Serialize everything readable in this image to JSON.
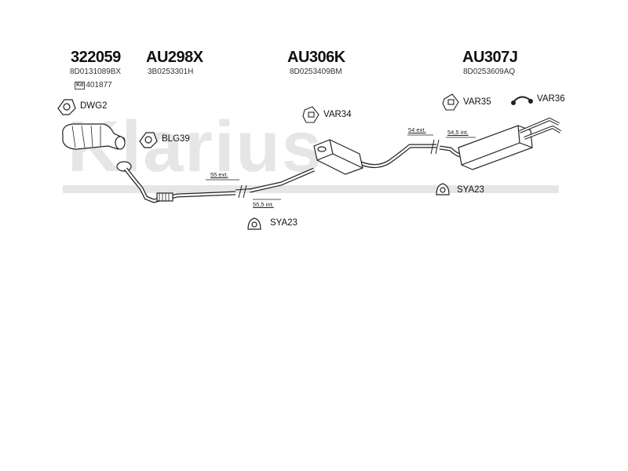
{
  "watermark": "Klarius",
  "sections": [
    {
      "part_number": "322059",
      "oe_number": "8D0131089BX",
      "kit_badge": "Kit",
      "kit_number": "401877"
    },
    {
      "part_number": "AU298X",
      "oe_number": "3B0253301H"
    },
    {
      "part_number": "AU306K",
      "oe_number": "8D0253409BM"
    },
    {
      "part_number": "AU307J",
      "oe_number": "8D0253609AQ"
    }
  ],
  "fittings": {
    "dwg2": "DWG2",
    "blg39": "BLG39",
    "var34": "VAR34",
    "var35": "VAR35",
    "var36": "VAR36",
    "sya23_left": "SYA23",
    "sya23_right": "SYA23"
  },
  "pipe_dimensions": {
    "ext_55": "55 ext.",
    "int_55_5": "55,5 int.",
    "ext_54": "54 ext.",
    "int_54_5": "54,5 int."
  }
}
